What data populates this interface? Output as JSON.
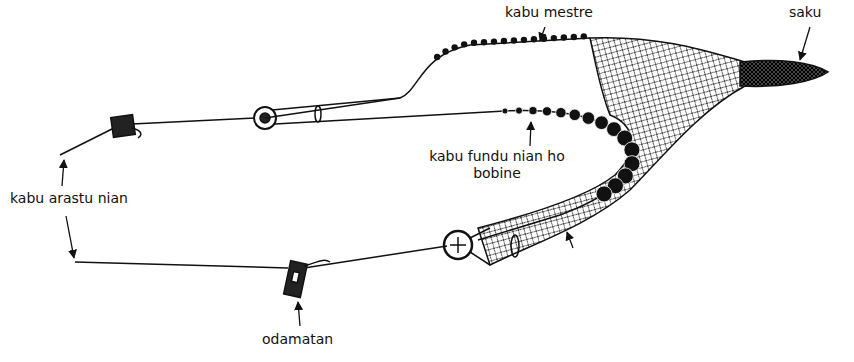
{
  "diagram": {
    "labels": [
      "kabu mestre",
      "saku",
      "kabu fundu nian ho bobine",
      "kabu arastu nian",
      "odamatan"
    ]
  }
}
